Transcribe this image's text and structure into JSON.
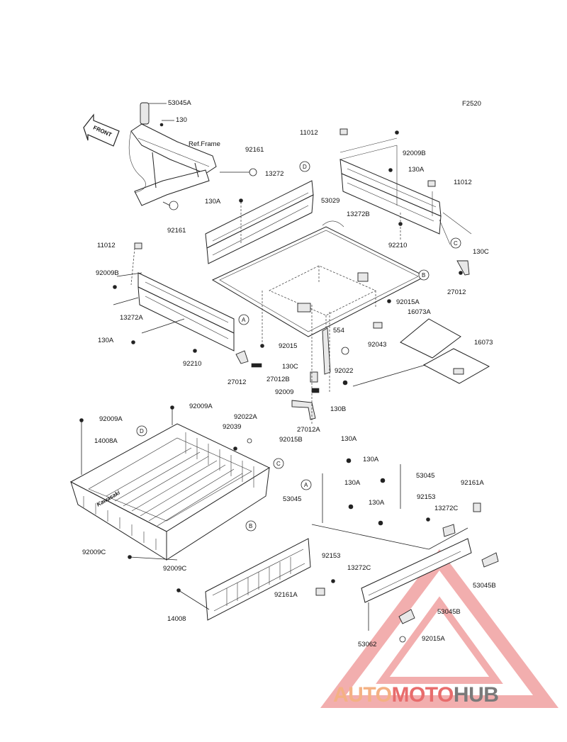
{
  "sheet_code": "F2520",
  "front_label": "FRONT",
  "ref_frame": "Ref.Frame",
  "bed_brand": "Kawasaki",
  "watermark": {
    "part1": "AUTO",
    "part2": "MOTO",
    "part3": "HUB"
  },
  "callouts": [
    "A",
    "B",
    "C",
    "D"
  ],
  "labels": {
    "p53045A_top": "53045A",
    "p130_top": "130",
    "p92161_a": "92161",
    "p92161_b": "92161",
    "p13272": "13272",
    "p11012_a": "11012",
    "p92009B_a": "92009B",
    "p130A_a": "130A",
    "p11012_b": "11012",
    "p53029": "53029",
    "p130A_b": "130A",
    "p13272B": "13272B",
    "p92210_a": "92210",
    "p11012_c": "11012",
    "p92009B_b": "92009B",
    "p13272A": "13272A",
    "p130A_c": "130A",
    "p92210_b": "92210",
    "p130C_a": "130C",
    "p27012_a": "27012",
    "p130C_b": "130C",
    "p27012_b": "27012",
    "p92015A_a": "92015A",
    "p16073A": "16073A",
    "p16073": "16073",
    "p554": "554",
    "p92043": "92043",
    "p92015": "92015",
    "p92022_a": "92022",
    "p27012B": "27012B",
    "p92009": "92009",
    "p130B": "130B",
    "p27012A": "27012A",
    "p92015B": "92015B",
    "p92009A_a": "92009A",
    "p92009A_b": "92009A",
    "p92022A": "92022A",
    "p92039": "92039",
    "p14008A": "14008A",
    "p130A_d": "130A",
    "p130A_e": "130A",
    "p53045_a": "53045",
    "p130A_f": "130A",
    "p53045_b": "53045",
    "p130A_g": "130A",
    "p92153_a": "92153",
    "p92161A_a": "92161A",
    "p13272C_a": "13272C",
    "p92009C_a": "92009C",
    "p92009C_b": "92009C",
    "p92153_b": "92153",
    "p13272C_b": "13272C",
    "p92161A_b": "92161A",
    "p53045B_a": "53045B",
    "p53045B_b": "53045B",
    "p92015A_b": "92015A",
    "p14008": "14008",
    "p53062": "53062"
  }
}
